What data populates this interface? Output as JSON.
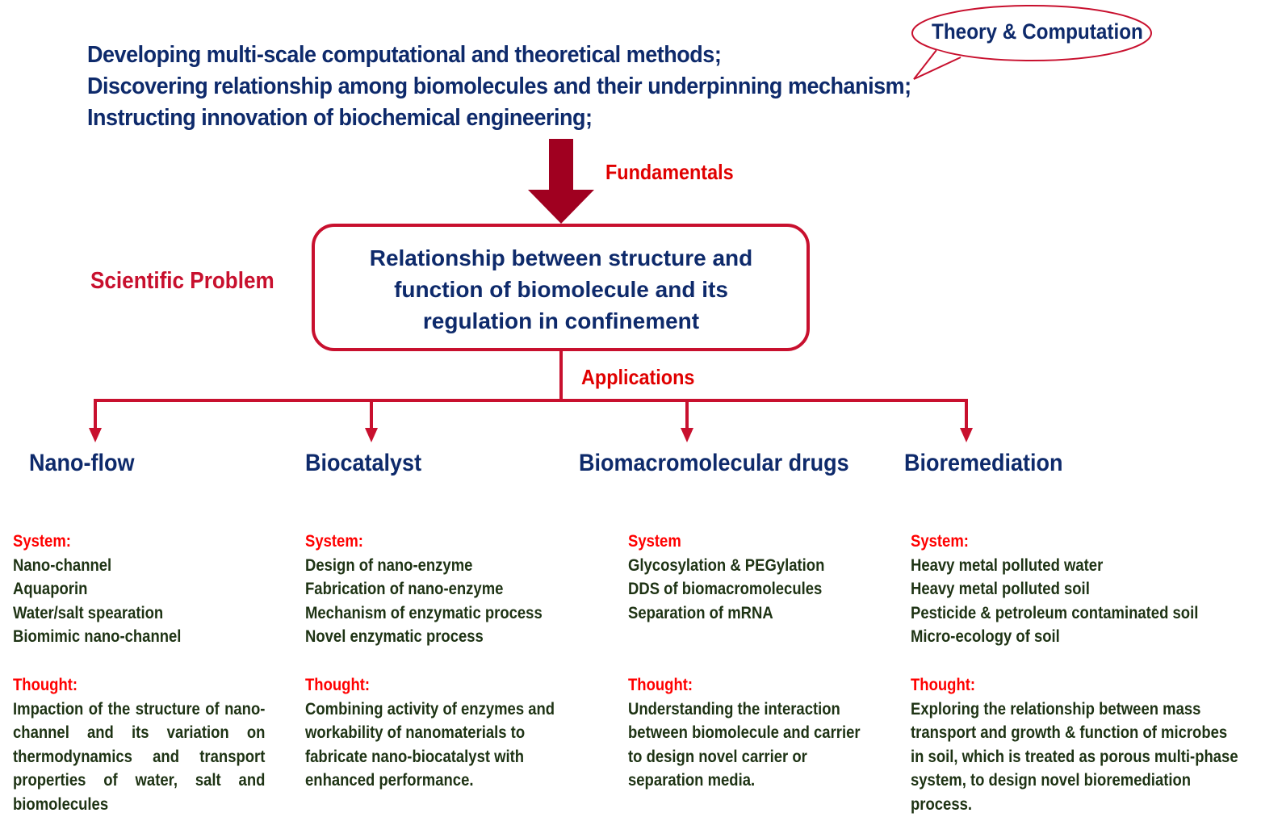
{
  "bubble": "Theory & Computation",
  "intro": [
    "Developing multi-scale computational and theoretical methods;",
    "Discovering relationship among biomolecules and their underpinning mechanism;",
    "Instructing innovation of biochemical engineering;"
  ],
  "fundamentals": "Fundamentals",
  "scientific_problem": "Scientific Problem",
  "problem_box": [
    "Relationship between structure and",
    "function of biomolecule and its",
    "regulation in confinement"
  ],
  "applications": "Applications",
  "columns": [
    {
      "title": "Nano-flow",
      "system_label": "System:",
      "system": [
        "Nano-channel",
        "Aquaporin",
        "Water/salt spearation",
        "Biomimic nano-channel"
      ],
      "thought_label": "Thought:",
      "thought": "Impaction of the structure of nano-channel and its variation on thermodynamics and transport properties of water, salt and biomolecules"
    },
    {
      "title": "Biocatalyst",
      "system_label": "System:",
      "system": [
        "Design of nano-enzyme",
        "Fabrication of nano-enzyme",
        "Mechanism of enzymatic process",
        "Novel enzymatic process"
      ],
      "thought_label": "Thought:",
      "thought": "Combining activity of enzymes and workability of nanomaterials to fabricate nano-biocatalyst with enhanced performance."
    },
    {
      "title": "Biomacromolecular drugs",
      "system_label": "System",
      "system": [
        "Glycosylation & PEGylation",
        "DDS of biomacromolecules",
        "Separation of mRNA"
      ],
      "thought_label": "Thought:",
      "thought": "Understanding the interaction between biomolecule and carrier to design novel carrier or separation media."
    },
    {
      "title": "Bioremediation",
      "system_label": "System:",
      "system": [
        "Heavy metal polluted water",
        "Heavy metal polluted soil",
        "Pesticide & petroleum contaminated soil",
        "Micro-ecology of soil"
      ],
      "thought_label": "Thought:",
      "thought": "Exploring the relationship between mass transport and growth & function of microbes in soil, which is treated as porous multi-phase system, to design novel bioremediation process."
    }
  ],
  "colors": {
    "navy": "#0e2a6b",
    "red": "#ff0000",
    "darkred": "#a00020",
    "green": "#1e3314"
  }
}
